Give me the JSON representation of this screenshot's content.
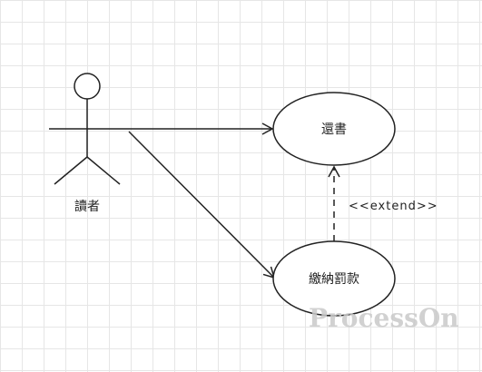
{
  "diagram": {
    "actor": {
      "label": "讀者"
    },
    "use_cases": {
      "return_book": {
        "label": "還書"
      },
      "pay_fine": {
        "label": "繳納罰款"
      }
    },
    "relationships": {
      "extend": {
        "label": "<<extend>>"
      }
    }
  },
  "watermark": {
    "text": "ProcessOn"
  },
  "colors": {
    "stroke": "#222222",
    "grid": "#e6e6e6",
    "watermark": "#c9c9c9"
  }
}
